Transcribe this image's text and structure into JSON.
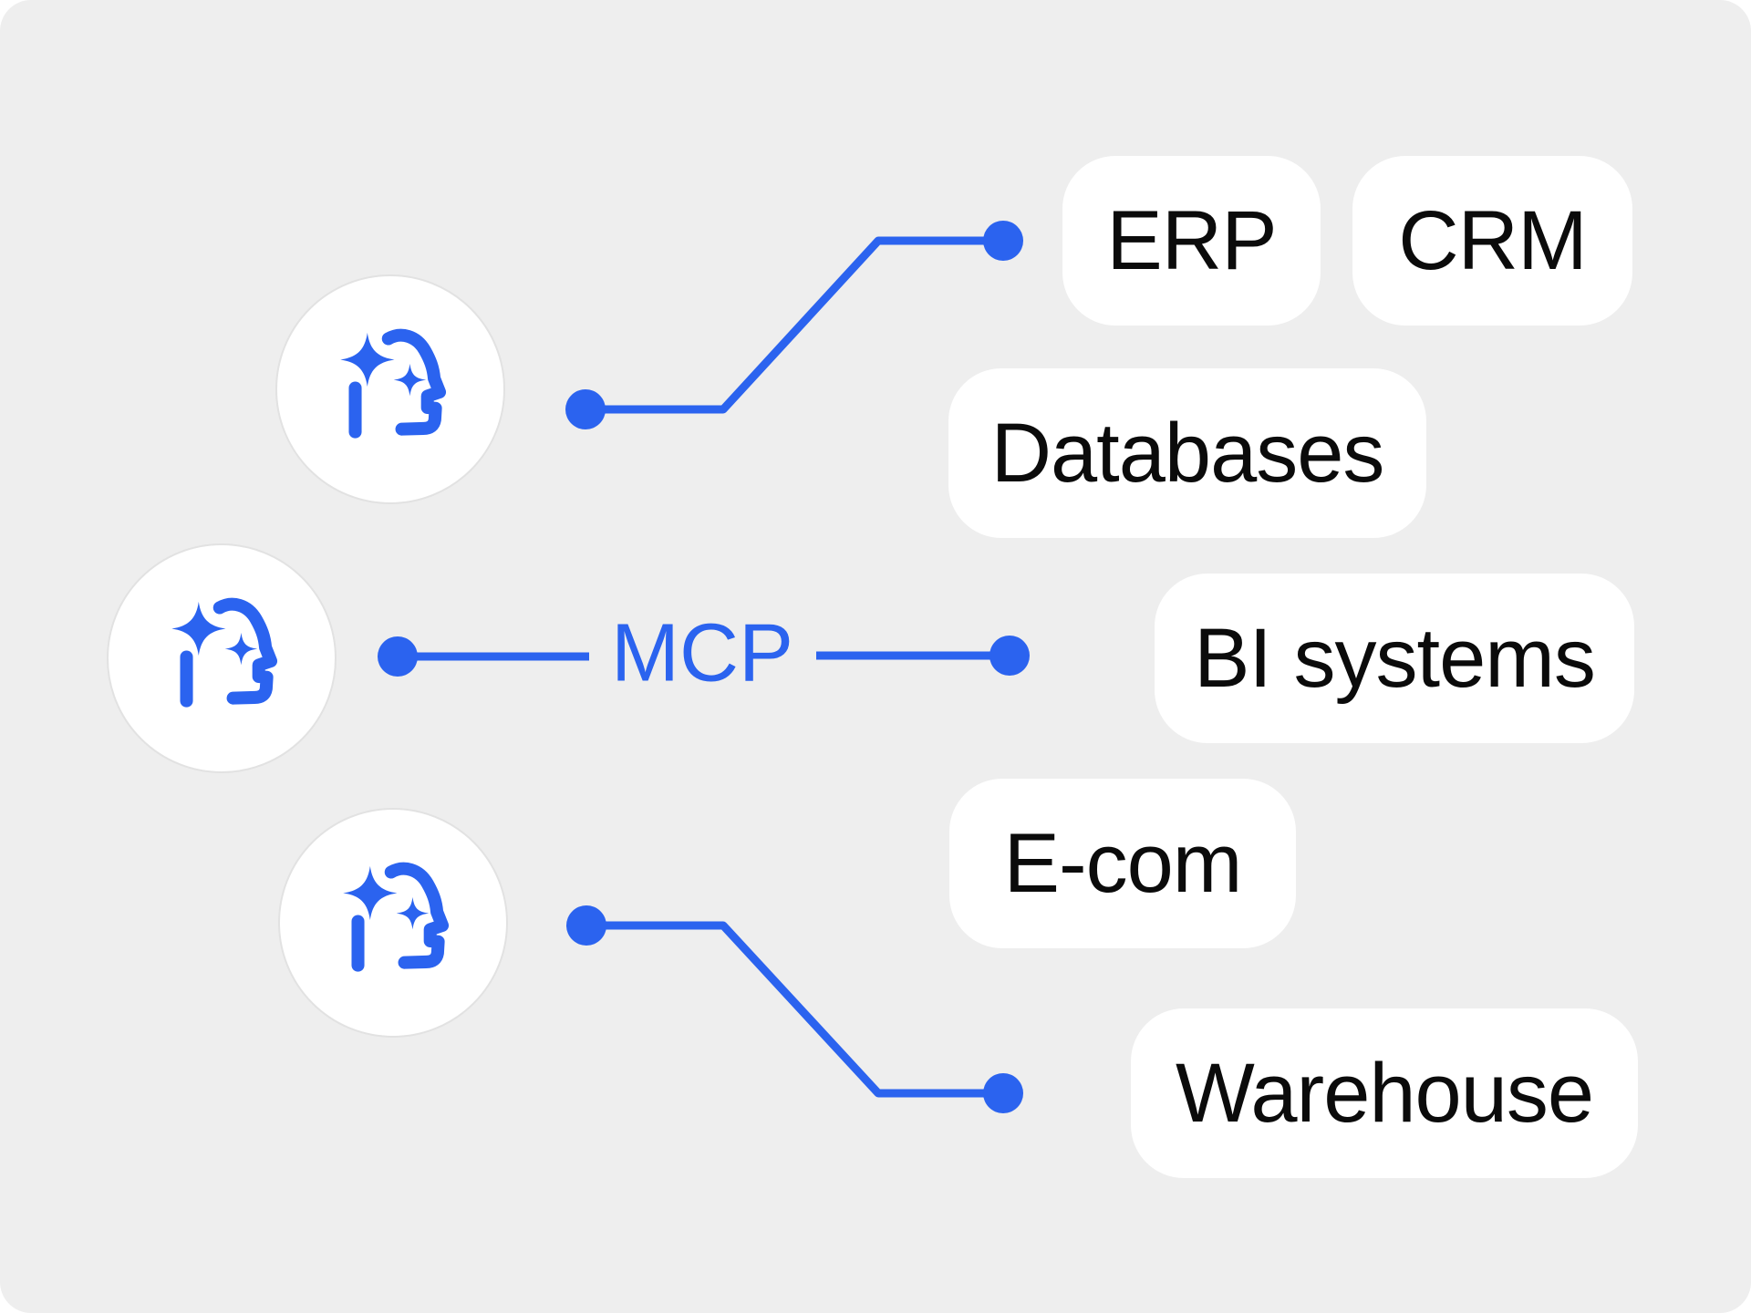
{
  "colors": {
    "page_bg": "#ffffff",
    "surface": "#eeeeee",
    "accent": "#2b63ef",
    "pill_bg": "#ffffff",
    "pill_text": "#0b0b0b",
    "circle_bg": "#ffffff",
    "circle_border": "#e2e2e2"
  },
  "hub": {
    "label": "MCP"
  },
  "agents": [
    {
      "name": "ai-agent-top",
      "icon": "ai-face-sparkle-icon"
    },
    {
      "name": "ai-agent-middle",
      "icon": "ai-face-sparkle-icon"
    },
    {
      "name": "ai-agent-bottom",
      "icon": "ai-face-sparkle-icon"
    }
  ],
  "systems": [
    {
      "label": "ERP"
    },
    {
      "label": "CRM"
    },
    {
      "label": "Databases"
    },
    {
      "label": "BI systems"
    },
    {
      "label": "E-com"
    },
    {
      "label": "Warehouse"
    }
  ]
}
